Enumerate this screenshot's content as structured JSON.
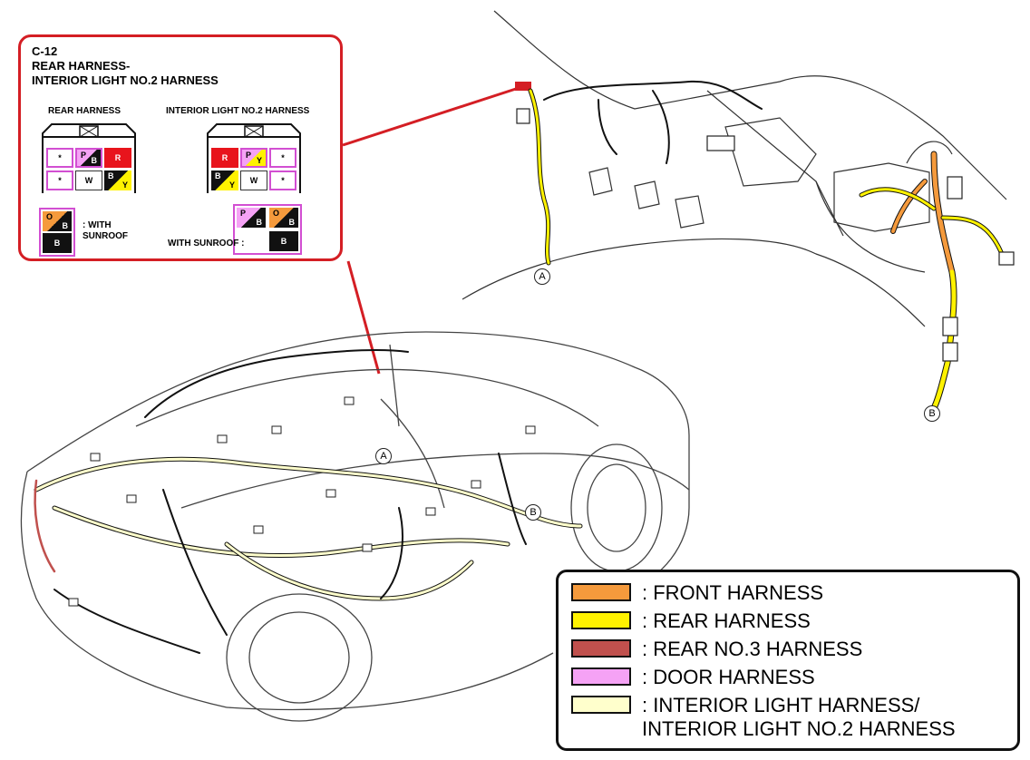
{
  "connector": {
    "code": "C-12",
    "title_line1": "REAR HARNESS-",
    "title_line2": "INTERIOR LIGHT NO.2 HARNESS",
    "left_title": "REAR HARNESS",
    "right_title": "INTERIOR LIGHT NO.2 HARNESS",
    "left_sunroof_note": ": WITH SUNROOF",
    "right_sunroof_note": "WITH SUNROOF :",
    "left_pins": {
      "r1c1": "*",
      "r1c2a": "P",
      "r1c2b": "B",
      "r1c3": "R",
      "r2c1": "*",
      "r2c2": "W",
      "r2c3a": "B",
      "r2c3b": "Y",
      "sun_a": "O",
      "sun_b": "B",
      "sun_c": "B"
    },
    "right_pins": {
      "r1c1": "R",
      "r1c2a": "P",
      "r1c2b": "Y",
      "r1c3": "*",
      "r2c1a": "B",
      "r2c1b": "Y",
      "r2c2": "W",
      "r2c3": "*",
      "sun1a": "P",
      "sun1b": "B",
      "sun2a": "O",
      "sun2b": "B",
      "sun3": "B"
    }
  },
  "markers": {
    "a": "A",
    "b": "B"
  },
  "legend": {
    "items": [
      {
        "label": ": FRONT HARNESS",
        "color": "#f59a3c"
      },
      {
        "label": ": REAR HARNESS",
        "color": "#fff200"
      },
      {
        "label": ": REAR NO.3 HARNESS",
        "color": "#c0504d"
      },
      {
        "label": ": DOOR HARNESS",
        "color": "#f5a2f5"
      },
      {
        "label": ": INTERIOR LIGHT HARNESS/ INTERIOR LIGHT NO.2 HARNESS",
        "color": "#ffffcc"
      }
    ]
  },
  "colors": {
    "callout_border": "#d41e24",
    "pin_border": "#d24fd2",
    "wire_black": "#111111"
  }
}
